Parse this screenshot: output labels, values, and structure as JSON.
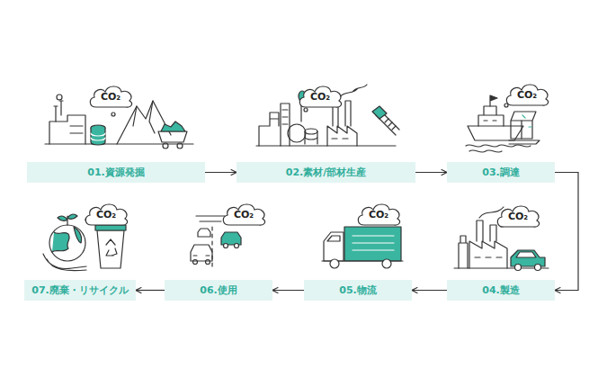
{
  "diagram": {
    "nodes": [
      {
        "text": [
          "CO₂"
        ]
      },
      {
        "text": [
          "01.資源発掘"
        ]
      },
      {
        "text": [
          "CO₂"
        ]
      },
      {
        "text": [
          "02.素材/部材生産"
        ]
      },
      {
        "text": [
          "CO₂"
        ]
      },
      {
        "text": [
          "03.調達"
        ]
      },
      {
        "text": [
          "CO₂"
        ]
      },
      {
        "text": [
          "04.製造"
        ]
      },
      {
        "text": [
          "CO₂"
        ]
      },
      {
        "text": [
          "05.物流"
        ]
      },
      {
        "text": [
          "CO₂"
        ]
      },
      {
        "text": [
          "06.使用"
        ]
      },
      {
        "text": [
          "CO₂"
        ]
      },
      {
        "text": [
          "07.廃棄・リサイクル"
        ]
      }
    ],
    "edges": [
      {
        "from": 1,
        "to": 3,
        "arrow": "to"
      },
      {
        "from": 3,
        "to": 5,
        "arrow": "to"
      },
      {
        "from": 5,
        "to": 7,
        "arrow": "to"
      },
      {
        "from": 7,
        "to": 9,
        "arrow": "to"
      },
      {
        "from": 9,
        "to": 11,
        "arrow": "to"
      },
      {
        "from": 11,
        "to": 13,
        "arrow": "to"
      }
    ]
  }
}
